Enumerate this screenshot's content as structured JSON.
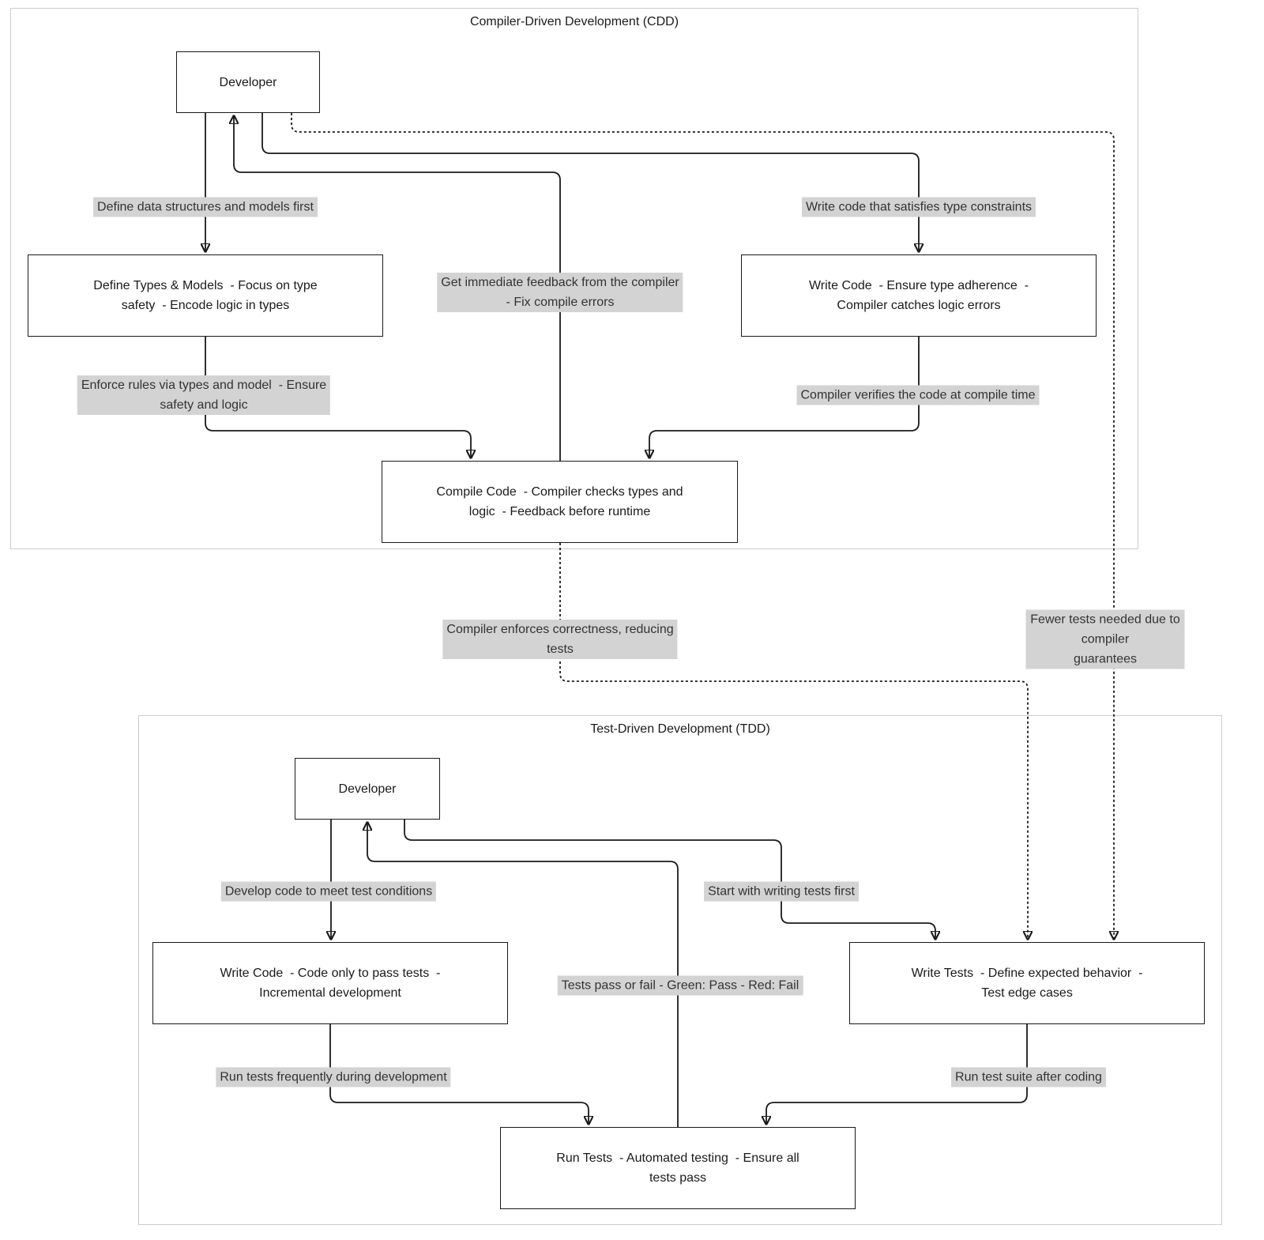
{
  "colors": {
    "edge": "#1a1a1a",
    "node_border": "#1a1a1a",
    "node_fill": "#ffffff",
    "edge_label_bg": "#d3d3d3",
    "cluster_border": "#cccccc"
  },
  "clusters": {
    "cdd": {
      "title": "Compiler-Driven Development (CDD)"
    },
    "tdd": {
      "title": "Test-Driven Development (TDD)"
    }
  },
  "nodes": {
    "developer_cdd": {
      "label": "Developer"
    },
    "define_types": {
      "label": "Define Types & Models  - Focus on type\nsafety  - Encode logic in types"
    },
    "write_code_cdd": {
      "label": "Write Code  - Ensure type adherence  -\nCompiler catches logic errors"
    },
    "compile_code": {
      "label": "Compile Code  - Compiler checks types and\nlogic  - Feedback before runtime"
    },
    "developer_tdd": {
      "label": "Developer"
    },
    "write_code_tdd": {
      "label": "Write Code  - Code only to pass tests  -\nIncremental development"
    },
    "write_tests": {
      "label": "Write Tests  - Define expected behavior  -\nTest edge cases"
    },
    "run_tests": {
      "label": "Run Tests  - Automated testing  - Ensure all\ntests pass"
    }
  },
  "edge_labels": {
    "define_data": {
      "text": "Define data structures and models first"
    },
    "write_constraints": {
      "text": "Write code that satisfies type constraints"
    },
    "immediate_feedback": {
      "text": "Get immediate feedback from the compiler\n- Fix compile errors"
    },
    "enforce_rules": {
      "text": "Enforce rules via types and model  - Ensure\nsafety and logic"
    },
    "compiler_verifies": {
      "text": "Compiler verifies the code at compile time"
    },
    "compiler_enforces": {
      "text": "Compiler enforces correctness, reducing\ntests"
    },
    "fewer_tests": {
      "text": "Fewer tests needed due to compiler\nguarantees"
    },
    "develop_code": {
      "text": "Develop code to meet test conditions"
    },
    "start_tests": {
      "text": "Start with writing tests first"
    },
    "tests_pass_fail": {
      "text": "Tests pass or fail - Green: Pass - Red: Fail"
    },
    "run_frequently": {
      "text": "Run tests frequently during development"
    },
    "run_after": {
      "text": "Run test suite after coding"
    }
  }
}
